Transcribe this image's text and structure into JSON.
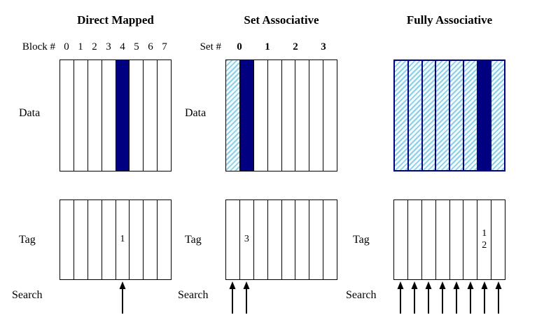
{
  "diagram": {
    "colors": {
      "navy": "#000080",
      "hatch_stripe": "#8ECFE6",
      "line": "#000000"
    },
    "sections": [
      {
        "key": "direct-mapped",
        "title": "Direct Mapped",
        "header_label": "Block #",
        "header_values": [
          "0",
          "1",
          "2",
          "3",
          "4",
          "5",
          "6",
          "7"
        ],
        "header_bold": false,
        "data_label": "Data",
        "tag_label": "Tag",
        "search_label": "Search",
        "num_columns": 8,
        "data_fill": [
          "white",
          "white",
          "white",
          "white",
          "navy",
          "white",
          "white",
          "white"
        ],
        "tag_values": [
          "",
          "",
          "",
          "",
          "1",
          "",
          "",
          ""
        ],
        "search_arrows": [
          4
        ]
      },
      {
        "key": "set-associative",
        "title": "Set Associative",
        "header_label": "Set #",
        "header_values": [
          "0",
          "1",
          "2",
          "3"
        ],
        "header_bold": true,
        "data_label": "Data",
        "tag_label": "Tag",
        "search_label": "Search",
        "num_columns": 8,
        "data_fill": [
          "hatch",
          "navy",
          "white",
          "white",
          "white",
          "white",
          "white",
          "white"
        ],
        "tag_values": [
          "",
          "3",
          "",
          "",
          "",
          "",
          "",
          ""
        ],
        "search_arrows": [
          0,
          1
        ]
      },
      {
        "key": "fully-associative",
        "title": "Fully Associative",
        "header_label": "",
        "header_values": [],
        "header_bold": false,
        "data_label": "",
        "tag_label": "Tag",
        "search_label": "Search",
        "num_columns": 8,
        "data_fill": [
          "hatch",
          "hatch",
          "hatch",
          "hatch",
          "hatch",
          "hatch",
          "navy",
          "hatch"
        ],
        "tag_values": [
          "",
          "",
          "",
          "",
          "",
          "",
          "1\n2",
          ""
        ],
        "search_arrows": [
          0,
          1,
          2,
          3,
          4,
          5,
          6,
          7
        ]
      }
    ]
  }
}
